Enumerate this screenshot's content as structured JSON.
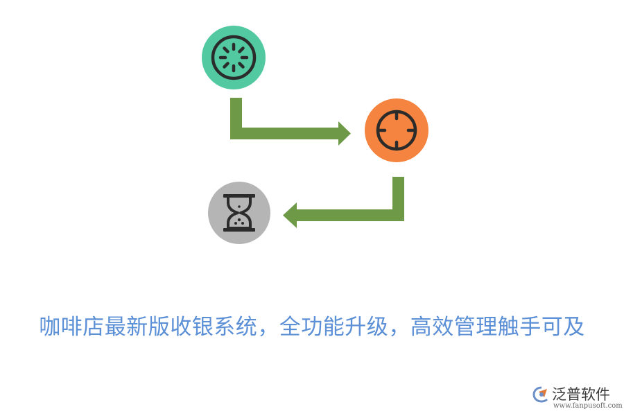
{
  "caption": "咖啡店最新版收银系统，全功能升级，高效管理触手可及",
  "brand": {
    "name": "泛普软件",
    "url": "www.fanpusoft.com"
  },
  "colors": {
    "green_circle": "#52c9a0",
    "orange_circle": "#f4843f",
    "gray_circle": "#b5b5b5",
    "arrow": "#6e9a47",
    "icon": "#2b2b2b",
    "caption": "#5b8fd6"
  },
  "icons": [
    "loading-dial-icon",
    "crosshair-target-icon",
    "hourglass-icon"
  ]
}
